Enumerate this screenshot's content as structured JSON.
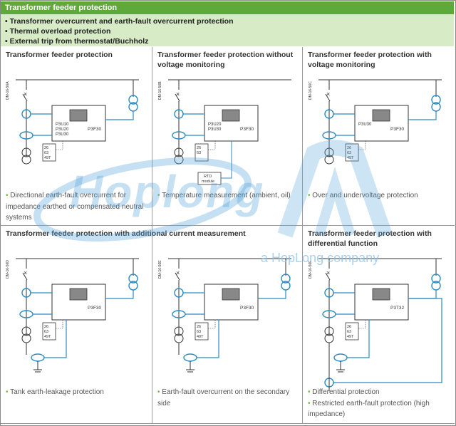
{
  "banner": {
    "title": "Transformer feeder protection"
  },
  "features": [
    "Transformer overcurrent and earth-fault overcurrent protection",
    "Thermal overload protection",
    "External trip from thermostat/Buchholz"
  ],
  "panels": [
    {
      "title": "Transformer feeder protection",
      "code": "DM-16-56A",
      "relay_labels": [
        "P3U10",
        "P3U20",
        "P3U30"
      ],
      "model": "P3F30",
      "codes": [
        "26",
        "63",
        "49T"
      ],
      "desc": [
        "Directional earth-fault overcurrent for impedance earthed or compensated neutral systems"
      ]
    },
    {
      "title": "Transformer feeder protection without voltage monitoring",
      "code": "DM-16-56B",
      "relay_labels": [
        "P3U20",
        "P3U30"
      ],
      "model": "P3F30",
      "codes": [
        "26",
        "63"
      ],
      "rtd": [
        "RTD",
        "module"
      ],
      "desc": [
        "Temperature measurement (ambient, oil)"
      ]
    },
    {
      "title": "Transformer feeder protection with voltage monitoring",
      "code": "DM-16-56C",
      "relay_labels": [
        "P3U30"
      ],
      "model": "P3F30",
      "codes": [
        "26",
        "63",
        "49T"
      ],
      "desc": [
        "Over and undervoltage protection"
      ]
    },
    {
      "title": "Transformer feeder protection with additional current measurement",
      "code": "DM-16-56D",
      "relay_labels": [],
      "model": "P3F30",
      "codes": [
        "26",
        "63",
        "49T"
      ],
      "desc": [
        "Tank earth-leakage protection"
      ]
    },
    {
      "title": "",
      "code": "DM-16-56E",
      "relay_labels": [],
      "model": "P3F30",
      "codes": [
        "26",
        "63",
        "49T"
      ],
      "desc": [
        "Earth-fault overcurrent on the secondary side"
      ]
    },
    {
      "title": "Transformer feeder protection with differential function",
      "code": "DM-16-56F",
      "relay_labels": [],
      "model": "P3T32",
      "codes": [
        "26",
        "63",
        "49T"
      ],
      "desc": [
        "Differential protection",
        "Restricted earth-fault protection (high impedance)"
      ]
    }
  ],
  "watermark": {
    "word": "Hoplong",
    "tagline": "a HopLong company"
  },
  "colors": {
    "banner": "#5fa83a",
    "features_bg": "#d7ebc6",
    "diagram_line": "#2e8bbf",
    "bullet": "#7ab648"
  }
}
